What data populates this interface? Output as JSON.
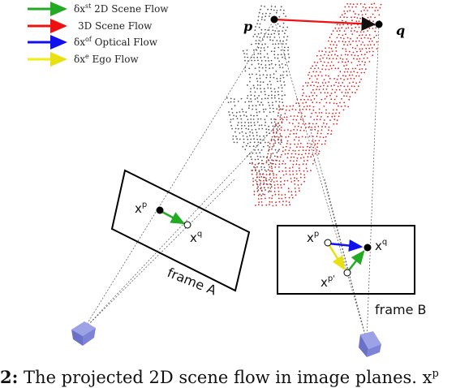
{
  "legend": {
    "items": [
      {
        "prefix": "δx",
        "sup": "st",
        "text": " 2D Scene Flow",
        "color": "#22aa22"
      },
      {
        "prefix": "",
        "sup": "",
        "text": "3D Scene Flow",
        "color": "#ee1111"
      },
      {
        "prefix": "δx",
        "sup": "of",
        "text": " Optical Flow",
        "color": "#1111ee"
      },
      {
        "prefix": "δx",
        "sup": "e",
        "text": " Ego Flow",
        "color": "#eeee11"
      }
    ]
  },
  "points": {
    "p": "p",
    "q": "q"
  },
  "frame_a": {
    "label": "frame A",
    "xp_base": "x",
    "xp_sup": "p",
    "xq_base": "x",
    "xq_sup": "q"
  },
  "frame_b": {
    "label": "frame B",
    "xp_base": "x",
    "xp_sup": "p",
    "xq_base": "x",
    "xq_sup": "q",
    "xpprime_base": "x",
    "xpprime_sup": "p'"
  },
  "caption": {
    "fig_num": "2:",
    "text": " The projected 2D scene flow in image planes. x",
    "sup": "p"
  },
  "colors": {
    "gray_cloud": "#555555",
    "red_cloud": "#e02020",
    "camera": "#7a7fd0"
  }
}
